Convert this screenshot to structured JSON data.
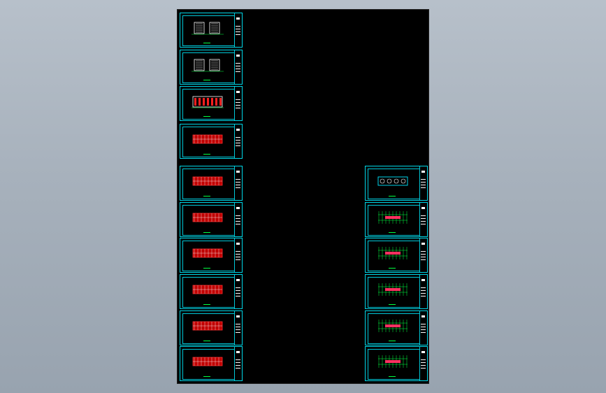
{
  "canvas": {
    "background": "#000000",
    "sheet_border_color": "#00d8e8"
  },
  "sheets": [
    {
      "col": "left",
      "kind": "elevation-white"
    },
    {
      "col": "left",
      "kind": "elevation-white"
    },
    {
      "col": "left",
      "kind": "elevation-red"
    },
    {
      "col": "left",
      "kind": "plan-red"
    },
    {
      "col": "left",
      "kind": "plan-red"
    },
    {
      "col": "left",
      "kind": "plan-red"
    },
    {
      "col": "left",
      "kind": "plan-red"
    },
    {
      "col": "left",
      "kind": "plan-red"
    },
    {
      "col": "left",
      "kind": "plan-red"
    },
    {
      "col": "left",
      "kind": "plan-red"
    },
    {
      "col": "right",
      "kind": "plan-cyan"
    },
    {
      "col": "right",
      "kind": "plan-green"
    },
    {
      "col": "right",
      "kind": "plan-green"
    },
    {
      "col": "right",
      "kind": "plan-green"
    },
    {
      "col": "right",
      "kind": "plan-green"
    },
    {
      "col": "right",
      "kind": "plan-green"
    }
  ]
}
